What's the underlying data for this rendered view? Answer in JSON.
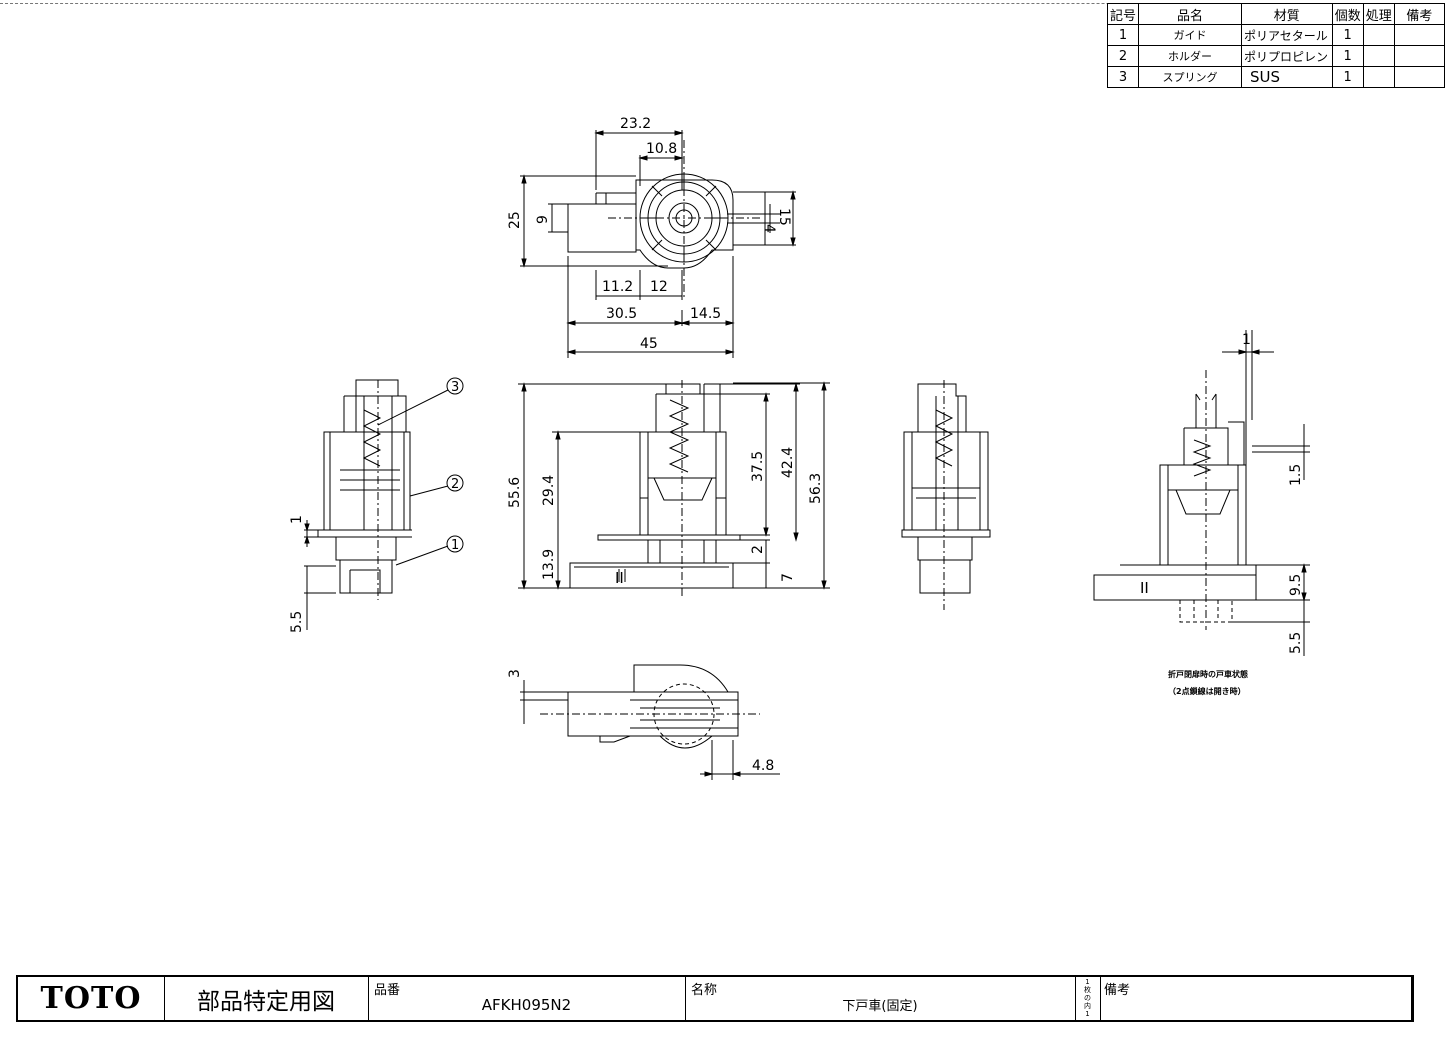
{
  "parts_table": {
    "headers": [
      "記号",
      "品名",
      "材質",
      "個数",
      "処理",
      "備考"
    ],
    "rows": [
      {
        "no": "1",
        "name": "ガイド",
        "material": "ポリアセタール",
        "qty": "1",
        "treatment": "",
        "remarks": ""
      },
      {
        "no": "2",
        "name": "ホルダー",
        "material": "ポリプロピレン",
        "qty": "1",
        "treatment": "",
        "remarks": ""
      },
      {
        "no": "3",
        "name": "スプリング",
        "material": "SUS",
        "qty": "1",
        "treatment": "",
        "remarks": ""
      }
    ]
  },
  "dimensions": {
    "top_view": [
      "23.2",
      "10.8",
      "25",
      "9",
      "4",
      "15",
      "11.2",
      "12",
      "30.5",
      "14.5",
      "45"
    ],
    "left_side": [
      "1",
      "5.5"
    ],
    "front_view": [
      "55.6",
      "29.4",
      "37.5",
      "42.4",
      "56.3",
      "2",
      "13.9",
      "7"
    ],
    "bottom_view": [
      "3",
      "4.8"
    ],
    "right_detail": [
      "1",
      "1.5",
      "9.5",
      "5.5"
    ]
  },
  "balloons": [
    "3",
    "2",
    "1"
  ],
  "front_mark": "II",
  "note_lines": [
    "折戸閉扉時の戸車状態",
    "（2点鎖線は開き時）"
  ],
  "title_block": {
    "logo": "TOTO",
    "doc_type": "部品特定用図",
    "part_no_label": "品番",
    "part_no": "AFKH095N2",
    "name_label": "名称",
    "name": "下戸車(固定)",
    "sheet": [
      "1",
      "枚",
      "の",
      "内",
      "1"
    ],
    "remarks_label": "備考"
  }
}
